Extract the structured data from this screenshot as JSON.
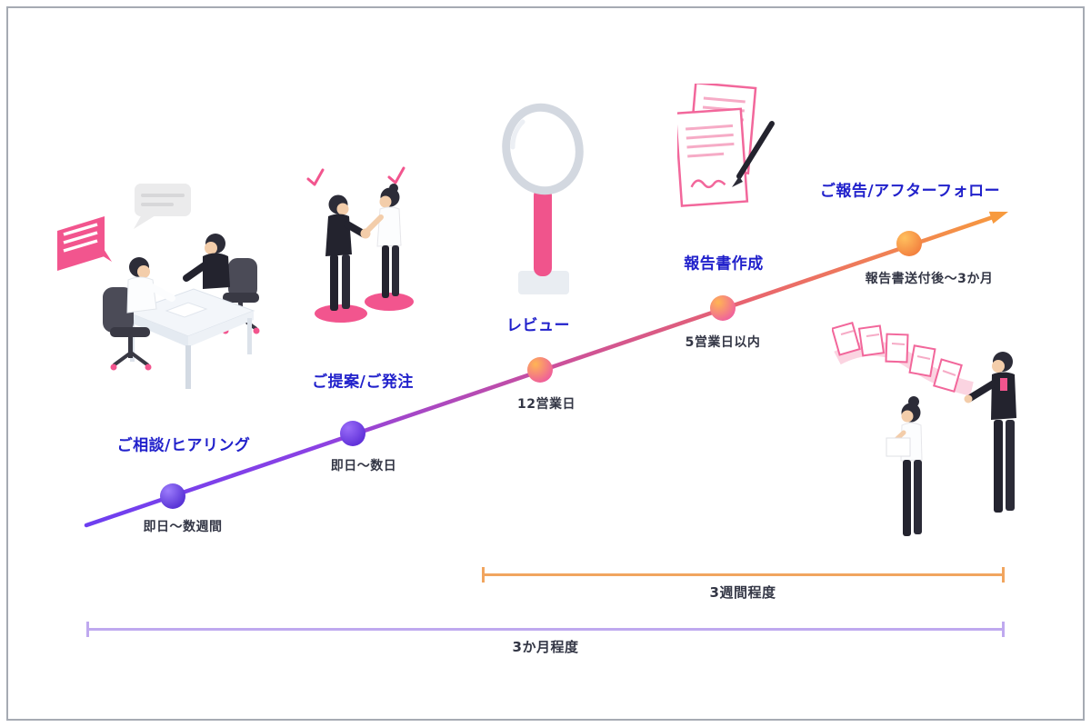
{
  "steps": [
    {
      "label": "ご相談/ヒアリング",
      "duration": "即日〜数週間"
    },
    {
      "label": "ご提案/ご発注",
      "duration": "即日〜数日"
    },
    {
      "label": "レビュー",
      "duration": "12営業日"
    },
    {
      "label": "報告書作成",
      "duration": "5営業日以内"
    },
    {
      "label": "ご報告/アフターフォロー",
      "duration": "報告書送付後〜3か月"
    }
  ],
  "ranges": {
    "weeks": {
      "label": "3週間程度",
      "color": "#f1a55f"
    },
    "months": {
      "label": "3か月程度",
      "color": "#bfa9ef"
    }
  },
  "colors": {
    "step_label": "#2121cb",
    "duration_text": "#333645",
    "accent_pink": "#f2558e",
    "timeline_gradient_start": "#6d3ff0",
    "timeline_gradient_end": "#f79a3e"
  },
  "icons": [
    "meeting-illustration",
    "handshake-illustration",
    "magnifier-illustration",
    "report-writing-illustration",
    "report-delivery-illustration"
  ]
}
